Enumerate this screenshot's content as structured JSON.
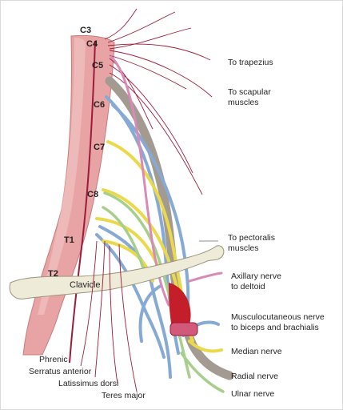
{
  "figure": {
    "vertebral_levels": [
      "C3",
      "C4",
      "C5",
      "C6",
      "C7",
      "C8",
      "T1",
      "T2"
    ],
    "clavicle_label": "Clavicle",
    "target_labels": [
      {
        "key": "trapezius",
        "lines": [
          "To trapezius"
        ]
      },
      {
        "key": "scapular",
        "lines": [
          "To scapular",
          "muscles"
        ]
      },
      {
        "key": "pectoralis",
        "lines": [
          "To pectoralis",
          "muscles"
        ]
      },
      {
        "key": "axillary",
        "lines": [
          "Axillary nerve",
          "to deltoid"
        ]
      },
      {
        "key": "musculocutaneous",
        "lines": [
          "Musculocutaneous nerve",
          "to biceps and brachialis"
        ]
      },
      {
        "key": "median",
        "lines": [
          "Median nerve"
        ]
      },
      {
        "key": "radial",
        "lines": [
          "Radial nerve"
        ]
      },
      {
        "key": "ulnar",
        "lines": [
          "Ulnar nerve"
        ]
      }
    ],
    "lower_labels": [
      "Phrenic",
      "Serratus anterior",
      "Latissimus dorsi",
      "Teres major"
    ],
    "colors": {
      "spinal_column": "#e8a4a4",
      "nerve_red": "#9b1b3a",
      "blue": "#86aad4",
      "yellow": "#ead94a",
      "green": "#a7cf8c",
      "gray": "#a39a91",
      "pink": "#d98ab6",
      "clavicle": "#efebd9"
    }
  }
}
